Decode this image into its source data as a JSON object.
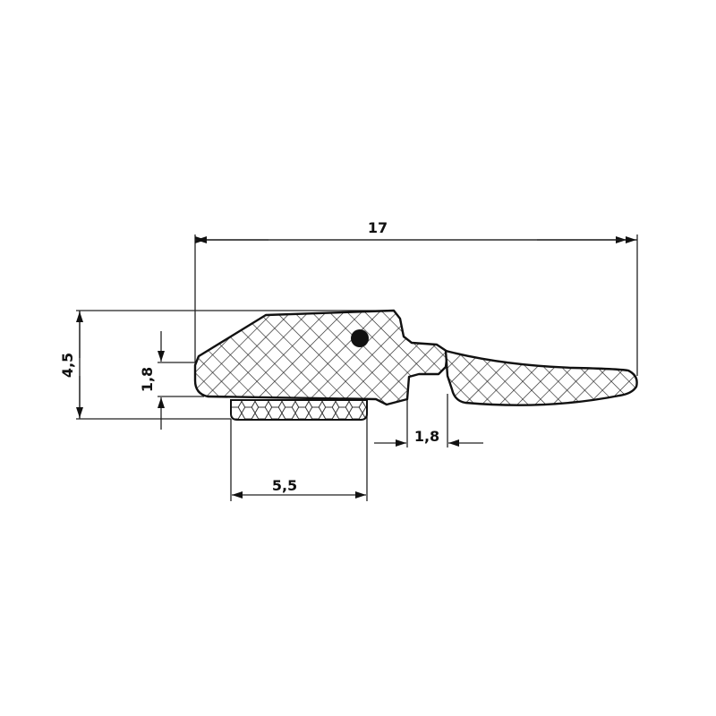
{
  "drawing": {
    "dimensions": {
      "overall_width": "17",
      "overall_height": "4,5",
      "left_edge_height": "1,8",
      "base_strip_width": "5,5",
      "groove_width": "1,8"
    },
    "colors": {
      "line": "#111111",
      "background": "#ffffff"
    }
  }
}
